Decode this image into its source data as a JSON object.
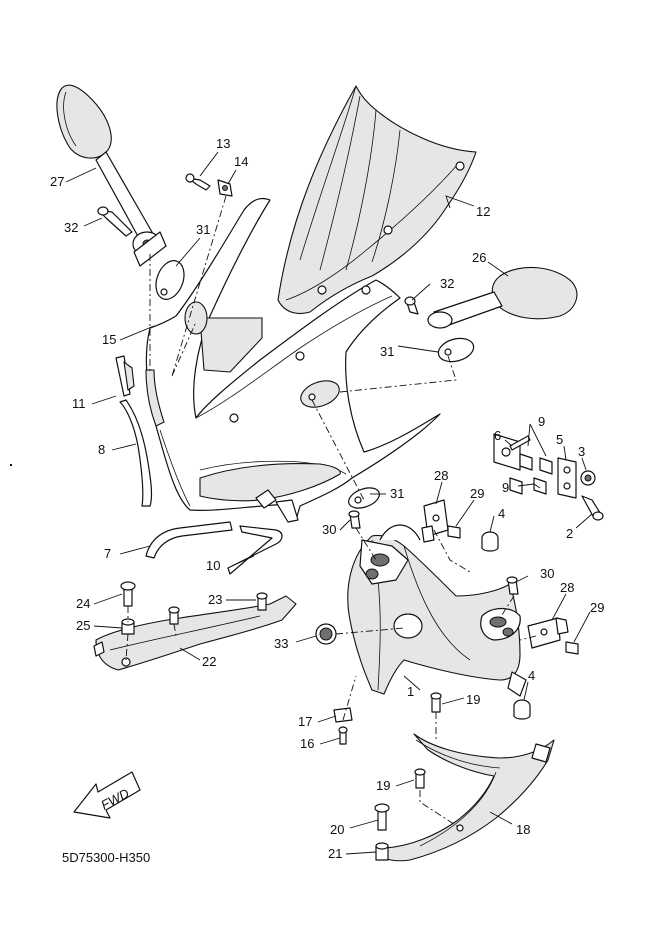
{
  "diagram": {
    "code": "5D75300-H350",
    "fwd_label": "FWD",
    "callouts": [
      {
        "id": "c1",
        "text": "1"
      },
      {
        "id": "c2",
        "text": "2"
      },
      {
        "id": "c3",
        "text": "3"
      },
      {
        "id": "c4a",
        "text": "4"
      },
      {
        "id": "c4b",
        "text": "4"
      },
      {
        "id": "c5",
        "text": "5"
      },
      {
        "id": "c6",
        "text": "6"
      },
      {
        "id": "c7",
        "text": "7"
      },
      {
        "id": "c8",
        "text": "8"
      },
      {
        "id": "c9a",
        "text": "9"
      },
      {
        "id": "c9b",
        "text": "9"
      },
      {
        "id": "c10",
        "text": "10"
      },
      {
        "id": "c11",
        "text": "11"
      },
      {
        "id": "c12",
        "text": "12"
      },
      {
        "id": "c13",
        "text": "13"
      },
      {
        "id": "c14",
        "text": "14"
      },
      {
        "id": "c15",
        "text": "15"
      },
      {
        "id": "c16",
        "text": "16"
      },
      {
        "id": "c17",
        "text": "17"
      },
      {
        "id": "c18",
        "text": "18"
      },
      {
        "id": "c19a",
        "text": "19"
      },
      {
        "id": "c19b",
        "text": "19"
      },
      {
        "id": "c20",
        "text": "20"
      },
      {
        "id": "c21",
        "text": "21"
      },
      {
        "id": "c22",
        "text": "22"
      },
      {
        "id": "c23",
        "text": "23"
      },
      {
        "id": "c24",
        "text": "24"
      },
      {
        "id": "c25",
        "text": "25"
      },
      {
        "id": "c26",
        "text": "26"
      },
      {
        "id": "c27",
        "text": "27"
      },
      {
        "id": "c28a",
        "text": "28"
      },
      {
        "id": "c28b",
        "text": "28"
      },
      {
        "id": "c29a",
        "text": "29"
      },
      {
        "id": "c29b",
        "text": "29"
      },
      {
        "id": "c30a",
        "text": "30"
      },
      {
        "id": "c30b",
        "text": "30"
      },
      {
        "id": "c31a",
        "text": "31"
      },
      {
        "id": "c31b",
        "text": "31"
      },
      {
        "id": "c31c",
        "text": "31"
      },
      {
        "id": "c32a",
        "text": "32"
      },
      {
        "id": "c32b",
        "text": "32"
      },
      {
        "id": "c33",
        "text": "33"
      }
    ]
  }
}
